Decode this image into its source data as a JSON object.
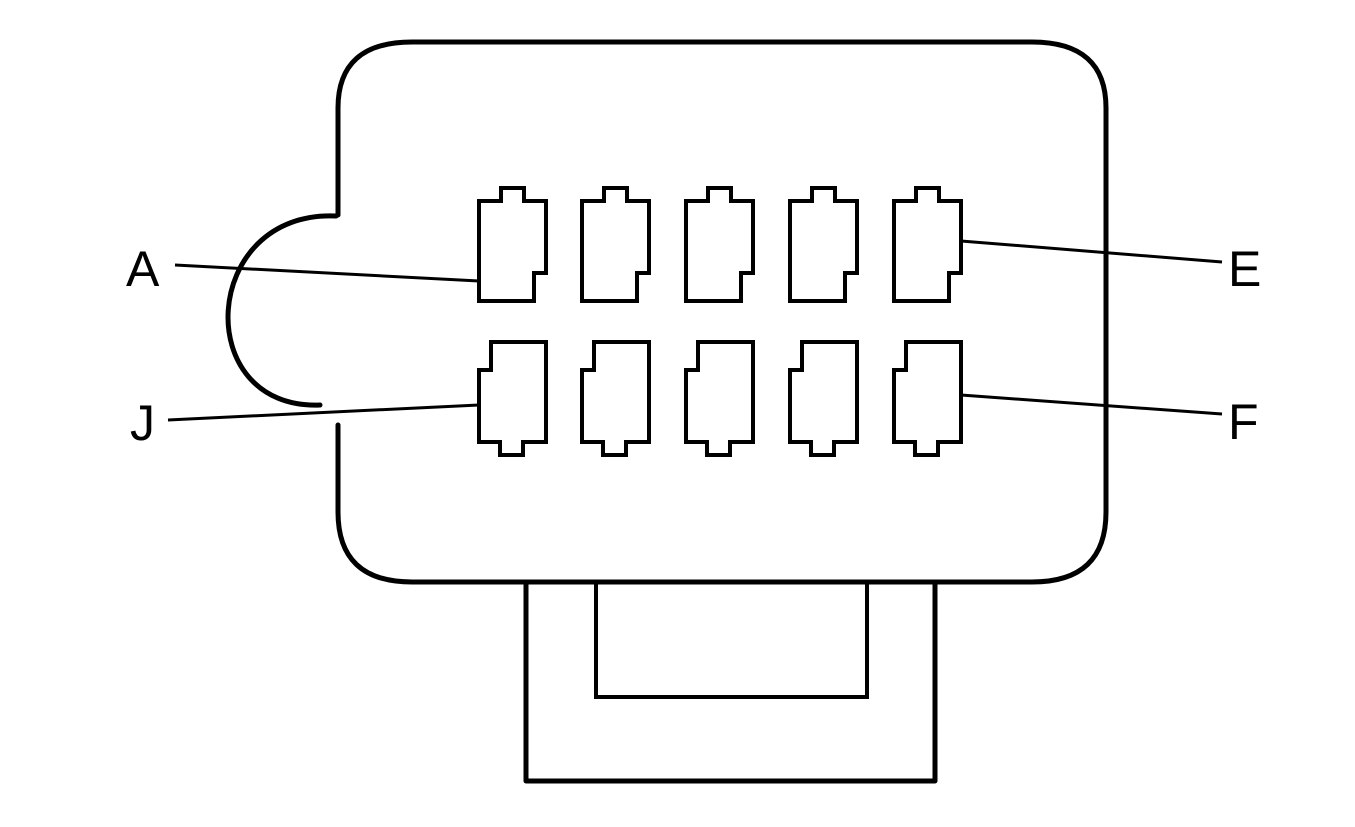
{
  "labels": {
    "a": "A",
    "e": "E",
    "j": "J",
    "f": "F"
  },
  "colors": {
    "line": "#000000",
    "background": "#ffffff"
  }
}
